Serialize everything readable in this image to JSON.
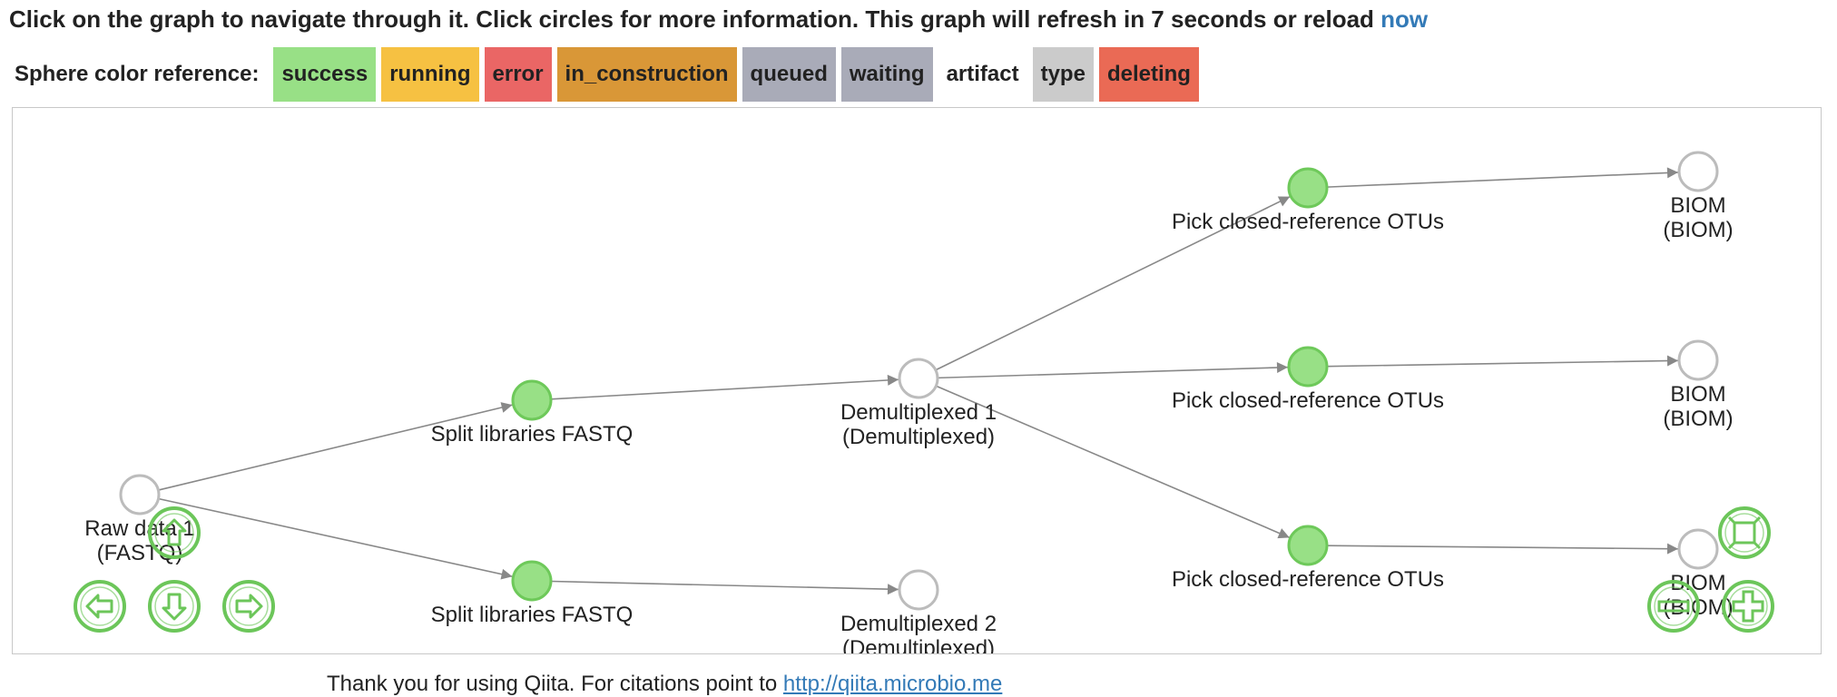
{
  "header": {
    "text": "Click on the graph to navigate through it. Click circles for more information. This graph will refresh in 7 seconds or reload",
    "link": "now"
  },
  "legend": {
    "label": "Sphere color reference:",
    "items": [
      {
        "label": "success",
        "color": "#98e086"
      },
      {
        "label": "running",
        "color": "#f6c142"
      },
      {
        "label": "error",
        "color": "#ea6665"
      },
      {
        "label": "in_construction",
        "color": "#d99737"
      },
      {
        "label": "queued",
        "color": "#a9abb8"
      },
      {
        "label": "waiting",
        "color": "#a9abb8"
      },
      {
        "label": "artifact",
        "color": "#ffffff"
      },
      {
        "label": "type",
        "color": "#cbcbcb"
      },
      {
        "label": "deleting",
        "color": "#ea6a55"
      }
    ]
  },
  "graph": {
    "nodes": [
      {
        "id": "raw",
        "lines": [
          "Raw data 1",
          "(FASTQ)"
        ],
        "kind": "artifact"
      },
      {
        "id": "split1",
        "lines": [
          "Split libraries FASTQ"
        ],
        "kind": "success"
      },
      {
        "id": "split2",
        "lines": [
          "Split libraries FASTQ"
        ],
        "kind": "success"
      },
      {
        "id": "demux1",
        "lines": [
          "Demultiplexed 1",
          "(Demultiplexed)"
        ],
        "kind": "artifact"
      },
      {
        "id": "demux2",
        "lines": [
          "Demultiplexed 2",
          "(Demultiplexed)"
        ],
        "kind": "artifact"
      },
      {
        "id": "pick1",
        "lines": [
          "Pick closed-reference OTUs"
        ],
        "kind": "success"
      },
      {
        "id": "pick2",
        "lines": [
          "Pick closed-reference OTUs"
        ],
        "kind": "success"
      },
      {
        "id": "pick3",
        "lines": [
          "Pick closed-reference OTUs"
        ],
        "kind": "success"
      },
      {
        "id": "biom1",
        "lines": [
          "BIOM",
          "(BIOM)"
        ],
        "kind": "artifact"
      },
      {
        "id": "biom2",
        "lines": [
          "BIOM",
          "(BIOM)"
        ],
        "kind": "artifact"
      },
      {
        "id": "biom3",
        "lines": [
          "BIOM",
          "(BIOM)"
        ],
        "kind": "artifact"
      }
    ],
    "edges": [
      [
        "raw",
        "split1"
      ],
      [
        "raw",
        "split2"
      ],
      [
        "split1",
        "demux1"
      ],
      [
        "split2",
        "demux2"
      ],
      [
        "demux1",
        "pick1"
      ],
      [
        "demux1",
        "pick2"
      ],
      [
        "demux1",
        "pick3"
      ],
      [
        "pick1",
        "biom1"
      ],
      [
        "pick2",
        "biom2"
      ],
      [
        "pick3",
        "biom3"
      ]
    ],
    "colors": {
      "success_fill": "#98e086",
      "success_stroke": "#6ec95a",
      "artifact_stroke": "#bcbcbc",
      "edge": "#888888",
      "nav": "#6cc65a"
    },
    "nav_icons": [
      "arrow-up-icon",
      "arrow-left-icon",
      "arrow-down-icon",
      "arrow-right-icon",
      "fit-icon",
      "zoom-out-icon",
      "zoom-in-icon"
    ]
  },
  "footer": {
    "text": "Thank you for using Qiita. For citations point to",
    "link": "http://qiita.microbio.me"
  }
}
